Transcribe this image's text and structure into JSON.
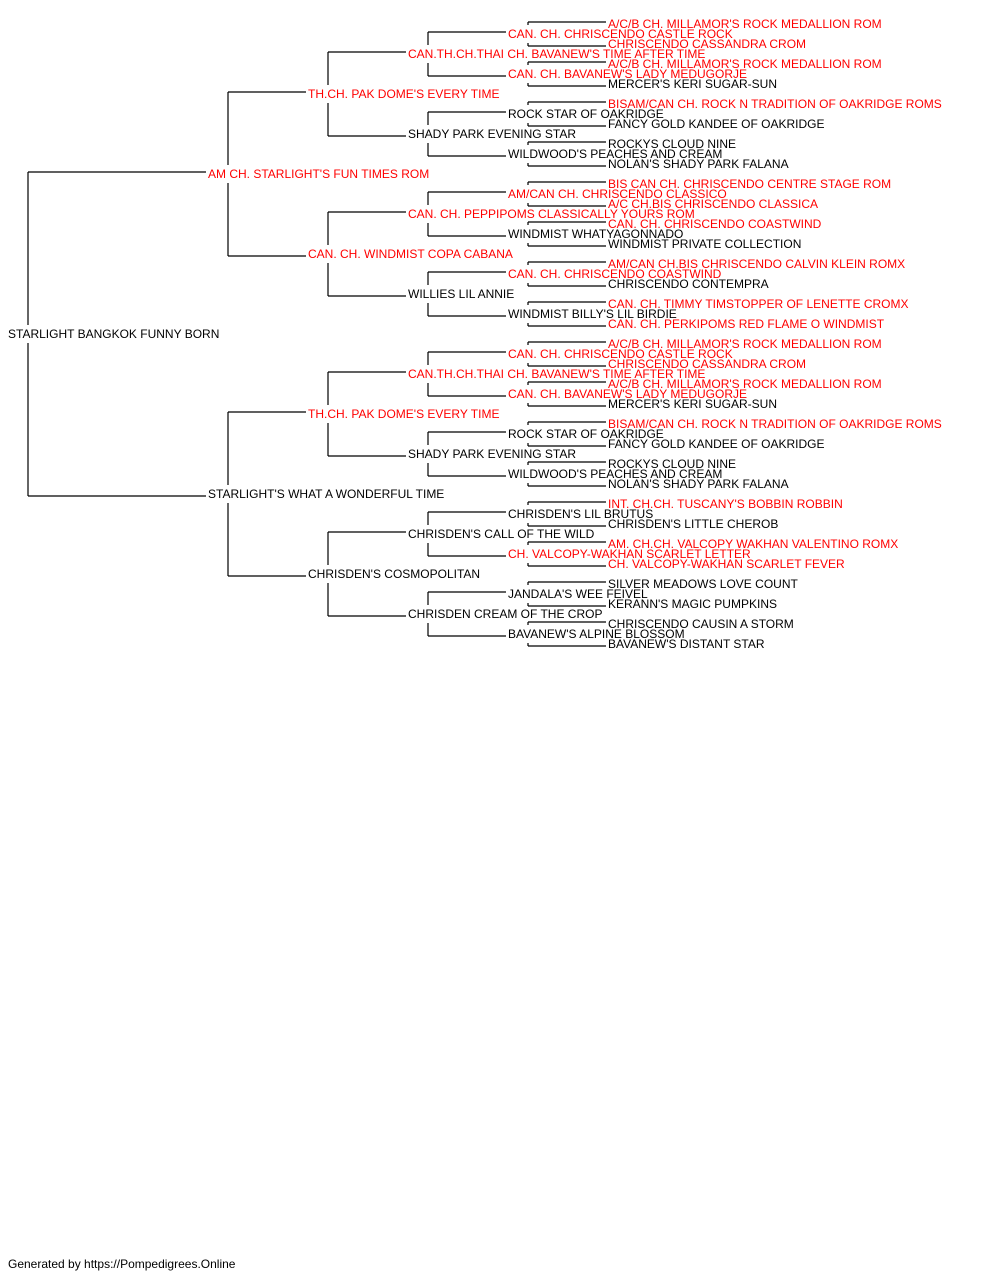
{
  "colors": {
    "champion": "#ff0000",
    "normal": "#000000",
    "line": "#000000"
  },
  "subject": {
    "name": "STARLIGHT BANGKOK FUNNY BORN",
    "champion": false
  },
  "generation_1": [
    {
      "name": "AM CH. STARLIGHT'S FUN TIMES ROM",
      "champion": true
    },
    {
      "name": "STARLIGHT'S WHAT A WONDERFUL TIME",
      "champion": false
    }
  ],
  "generation_2": [
    {
      "name": "TH.CH. PAK DOME'S EVERY TIME",
      "champion": true
    },
    {
      "name": "CAN. CH. WINDMIST COPA CABANA",
      "champion": true
    },
    {
      "name": "TH.CH. PAK DOME'S EVERY TIME",
      "champion": true
    },
    {
      "name": "CHRISDEN'S COSMOPOLITAN",
      "champion": false
    }
  ],
  "generation_3": [
    {
      "name": "CAN.TH.CH.THAI CH. BAVANEW'S TIME AFTER TIME",
      "champion": true
    },
    {
      "name": "SHADY PARK EVENING STAR",
      "champion": false
    },
    {
      "name": "CAN. CH. PEPPIPOMS CLASSICALLY YOURS ROM",
      "champion": true
    },
    {
      "name": "WILLIES LIL ANNIE",
      "champion": false
    },
    {
      "name": "CAN.TH.CH.THAI CH. BAVANEW'S TIME AFTER TIME",
      "champion": true
    },
    {
      "name": "SHADY PARK EVENING STAR",
      "champion": false
    },
    {
      "name": "CHRISDEN'S CALL OF THE WILD",
      "champion": false
    },
    {
      "name": "CHRISDEN CREAM OF THE CROP",
      "champion": false
    }
  ],
  "generation_4": [
    {
      "name": "CAN. CH. CHRISCENDO CASTLE ROCK",
      "champion": true
    },
    {
      "name": "CAN. CH. BAVANEW'S LADY MEDUGORJE",
      "champion": true
    },
    {
      "name": "ROCK STAR OF OAKRIDGE",
      "champion": false
    },
    {
      "name": "WILDWOOD'S PEACHES AND CREAM",
      "champion": false
    },
    {
      "name": "AM/CAN CH. CHRISCENDO CLASSICO",
      "champion": true
    },
    {
      "name": "WINDMIST WHATYAGONNADO",
      "champion": false
    },
    {
      "name": "CAN. CH. CHRISCENDO COASTWIND",
      "champion": true
    },
    {
      "name": "WINDMIST BILLY'S LIL BIRDIE",
      "champion": false
    },
    {
      "name": "CAN. CH. CHRISCENDO CASTLE ROCK",
      "champion": true
    },
    {
      "name": "CAN. CH. BAVANEW'S LADY MEDUGORJE",
      "champion": true
    },
    {
      "name": "ROCK STAR OF OAKRIDGE",
      "champion": false
    },
    {
      "name": "WILDWOOD'S PEACHES AND CREAM",
      "champion": false
    },
    {
      "name": "CHRISDEN'S LIL BRUTUS",
      "champion": false
    },
    {
      "name": "CH. VALCOPY-WAKHAN SCARLET LETTER",
      "champion": true
    },
    {
      "name": "JANDALA'S WEE FEIVEL",
      "champion": false
    },
    {
      "name": "BAVANEW'S ALPINE BLOSSOM",
      "champion": false
    }
  ],
  "generation_5": [
    {
      "name": "A/C/B CH. MILLAMOR'S ROCK MEDALLION ROM",
      "champion": true
    },
    {
      "name": "CHRISCENDO CASSANDRA CROM",
      "champion": true
    },
    {
      "name": "A/C/B CH. MILLAMOR'S ROCK MEDALLION ROM",
      "champion": true
    },
    {
      "name": "MERCER'S KERI SUGAR-SUN",
      "champion": false
    },
    {
      "name": "BISAM/CAN CH. ROCK N TRADITION OF OAKRIDGE ROMS",
      "champion": true
    },
    {
      "name": "FANCY GOLD KANDEE OF OAKRIDGE",
      "champion": false
    },
    {
      "name": "ROCKYS CLOUD NINE",
      "champion": false
    },
    {
      "name": "NOLAN'S SHADY PARK FALANA",
      "champion": false
    },
    {
      "name": "BIS CAN CH. CHRISCENDO CENTRE STAGE ROM",
      "champion": true
    },
    {
      "name": "A/C CH.BIS CHRISCENDO CLASSICA",
      "champion": true
    },
    {
      "name": "CAN. CH. CHRISCENDO COASTWIND",
      "champion": true
    },
    {
      "name": "WINDMIST PRIVATE COLLECTION",
      "champion": false
    },
    {
      "name": "AM/CAN CH.BIS CHRISCENDO CALVIN KLEIN ROMX",
      "champion": true
    },
    {
      "name": "CHRISCENDO CONTEMPRA",
      "champion": false
    },
    {
      "name": "CAN. CH. TIMMY TIMSTOPPER OF LENETTE CROMX",
      "champion": true
    },
    {
      "name": "CAN. CH. PERKIPOMS RED FLAME O WINDMIST",
      "champion": true
    },
    {
      "name": "A/C/B CH. MILLAMOR'S ROCK MEDALLION ROM",
      "champion": true
    },
    {
      "name": "CHRISCENDO CASSANDRA CROM",
      "champion": true
    },
    {
      "name": "A/C/B CH. MILLAMOR'S ROCK MEDALLION ROM",
      "champion": true
    },
    {
      "name": "MERCER'S KERI SUGAR-SUN",
      "champion": false
    },
    {
      "name": "BISAM/CAN CH. ROCK N TRADITION OF OAKRIDGE ROMS",
      "champion": true
    },
    {
      "name": "FANCY GOLD KANDEE OF OAKRIDGE",
      "champion": false
    },
    {
      "name": "ROCKYS CLOUD NINE",
      "champion": false
    },
    {
      "name": "NOLAN'S SHADY PARK FALANA",
      "champion": false
    },
    {
      "name": "INT. CH.CH. TUSCANY'S BOBBIN ROBBIN",
      "champion": true
    },
    {
      "name": "CHRISDEN'S LITTLE CHEROB",
      "champion": false
    },
    {
      "name": "AM. CH.CH. VALCOPY WAKHAN VALENTINO ROMX",
      "champion": true
    },
    {
      "name": "CH. VALCOPY-WAKHAN SCARLET FEVER",
      "champion": true
    },
    {
      "name": "SILVER MEADOWS LOVE COUNT",
      "champion": false
    },
    {
      "name": "KERANN'S MAGIC PUMPKINS",
      "champion": false
    },
    {
      "name": "CHRISCENDO CAUSIN A STORM",
      "champion": false
    },
    {
      "name": "BAVANEW'S DISTANT STAR",
      "champion": false
    }
  ],
  "footer": "Generated by https://Pompedigrees.Online"
}
